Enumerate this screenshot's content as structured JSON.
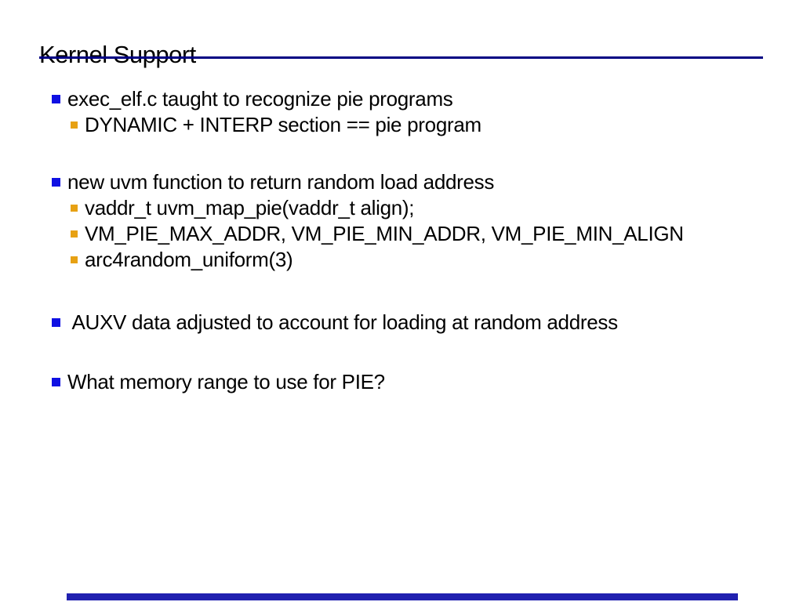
{
  "slide": {
    "title": "Kernel Support",
    "colors": {
      "background": "#ffffff",
      "text": "#000000",
      "title_underline": "#000083",
      "main_bullet": "#0f10e3",
      "sub_bullet": "#e7a113",
      "footer_bar": "#2121b0"
    },
    "bullets": [
      {
        "level": 1,
        "text": "exec_elf.c taught to recognize pie programs"
      },
      {
        "level": 2,
        "text": "DYNAMIC + INTERP section == pie program"
      },
      {
        "level": 1,
        "text": "new uvm function to return random load address"
      },
      {
        "level": 2,
        "text": "vaddr_t uvm_map_pie(vaddr_t align);"
      },
      {
        "level": 2,
        "text": "VM_PIE_MAX_ADDR, VM_PIE_MIN_ADDR, VM_PIE_MIN_ALIGN"
      },
      {
        "level": 2,
        "text": "arc4random_uniform(3)"
      },
      {
        "level": 1,
        "text": " AUXV data adjusted to account for loading at random address"
      },
      {
        "level": 1,
        "text": "What memory range to use for PIE?"
      }
    ]
  }
}
